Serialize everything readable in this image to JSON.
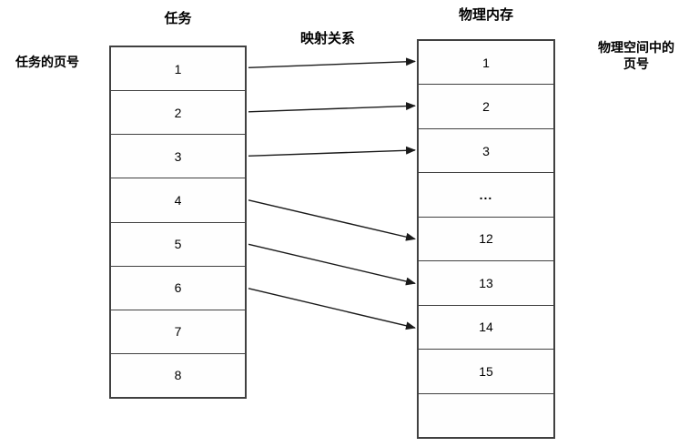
{
  "titles": {
    "left_column": "任务",
    "mapping": "映射关系",
    "right_column": "物理内存"
  },
  "labels": {
    "left_axis": "任务的页号",
    "right_axis_line1": "物理空间中的",
    "right_axis_line2": "页号"
  },
  "left_column": {
    "rows": [
      "1",
      "2",
      "3",
      "4",
      "5",
      "6",
      "7",
      "8"
    ]
  },
  "right_column": {
    "rows": [
      "1",
      "2",
      "3",
      "...",
      "12",
      "13",
      "14",
      "15",
      ""
    ]
  },
  "mappings": [
    {
      "from": "1",
      "to": "1"
    },
    {
      "from": "2",
      "to": "2"
    },
    {
      "from": "3",
      "to": "3"
    },
    {
      "from": "4",
      "to": "12"
    },
    {
      "from": "5",
      "to": "13"
    },
    {
      "from": "6",
      "to": "14"
    }
  ],
  "colors": {
    "line": "#404040",
    "arrow": "#1a1a1a",
    "background": "#ffffff",
    "text": "#000000"
  }
}
